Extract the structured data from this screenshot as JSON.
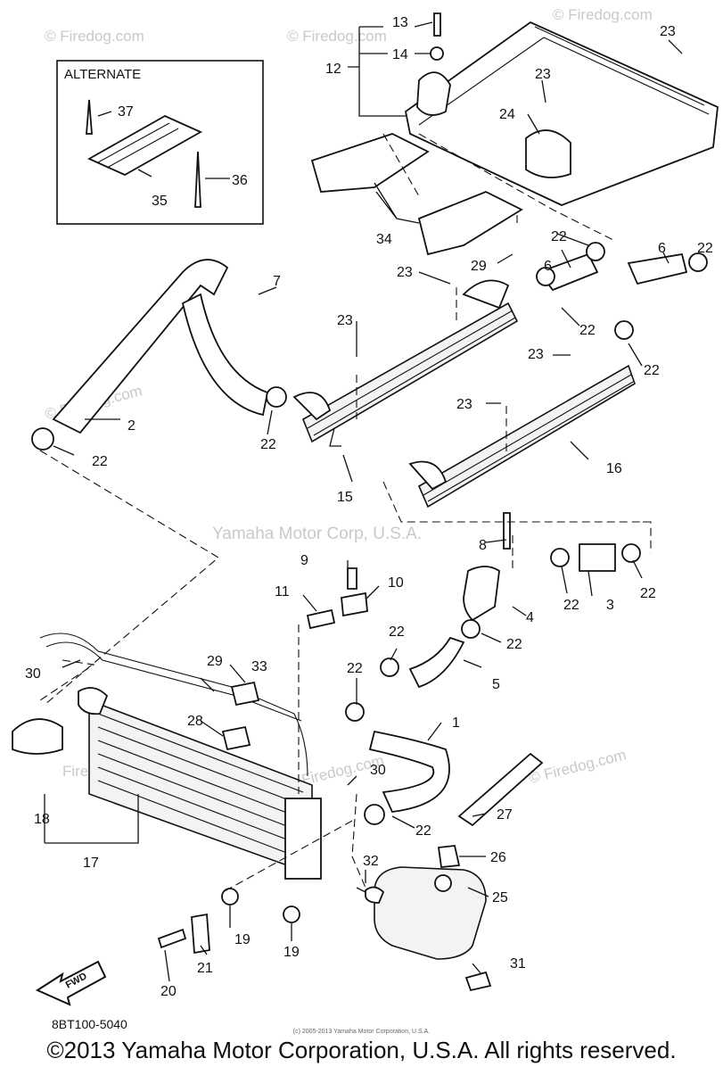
{
  "watermarks": {
    "firedog": "© Firedog.com",
    "firedog_bare": "Firedog.com",
    "yamaha": "Yamaha Motor Corp, U.S.A."
  },
  "alternate_label": "ALTERNATE",
  "callouts": [
    "1",
    "2",
    "3",
    "4",
    "5",
    "6",
    "7",
    "8",
    "9",
    "10",
    "11",
    "12",
    "13",
    "14",
    "15",
    "16",
    "17",
    "18",
    "19",
    "20",
    "21",
    "22",
    "23",
    "24",
    "25",
    "26",
    "27",
    "28",
    "29",
    "30",
    "31",
    "32",
    "33",
    "34",
    "35",
    "36",
    "37"
  ],
  "fwd_label": "FWD",
  "diagram_code": "8BT100-5040",
  "fine_print": "(c) 2005-2013 Yamaha Motor Corporation, U.S.A.",
  "copyright": "©2013 Yamaha Motor Corporation, U.S.A. All rights reserved."
}
